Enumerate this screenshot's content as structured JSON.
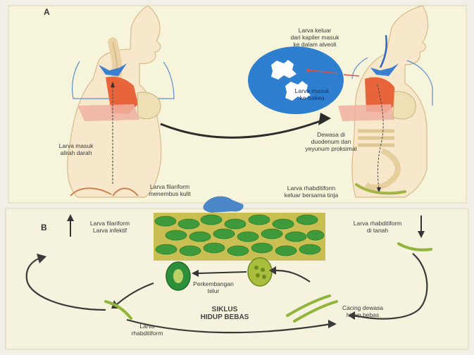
{
  "panel_a": {
    "letter": "A",
    "labels": {
      "alveoli": "Larva keluar\ndari kapiler masuk\nke dalam alveoli",
      "trachea": "Larva masuk\nke trakea",
      "vein": "Larva masuk\nalirah darah",
      "duodenum": "Dewasa di\nduodenum dan\nyeyunum proksimal",
      "skin": "Larva filariform\nmenembus kulit",
      "rhabditiform_out": "Larva rhabditiform\nkeluar bersama tinja"
    }
  },
  "panel_b": {
    "letter": "B",
    "labels": {
      "filariform_infective": "Larva filariform\nLarva infektif",
      "rhabditiform_soil": "Larva rhabditiform\ndi tanah",
      "egg_development": "Perkembangan\ntelur",
      "cycle": "SIKLUS\nHIDUP BEBAS",
      "adult_worm": "Cacing dewasa\nhidup bebas",
      "larva_rhabditiform": "Larva\nrhabditiform"
    }
  },
  "colors": {
    "panel_bg": "#f7f4dc",
    "lung_orange": "#e8643a",
    "vessel_blue": "#3a7fd0",
    "alveoli_ellipse": "#2f7fd1",
    "grass_green": "#3e9a3a",
    "soil_yellow": "#c9bf52",
    "larva_green": "#8fb53a"
  }
}
